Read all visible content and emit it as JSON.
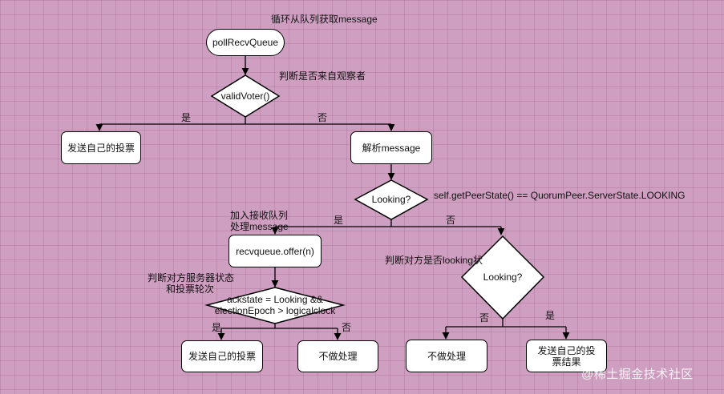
{
  "nodes": {
    "start": "pollRecvQueue",
    "valid_voter": "validVoter()",
    "send_own_vote_left": "发送自己的投票",
    "parse_message": "解析message",
    "looking_1": "Looking?",
    "recvqueue_offer": "recvqueue.offer(n)",
    "ackstate": "ackstate = Looking &&\nelectionEpoch > logicalclock",
    "send_own_vote_mid": "发送自己的投票",
    "no_action_mid": "不做处理",
    "looking_2": "Looking?",
    "no_action_right": "不做处理",
    "send_own_vote_result": "发送自己的投票结果"
  },
  "annotations": {
    "loop_fetch": "循环从队列获取message",
    "check_observer": "判断是否来自观察者",
    "peer_state": "self.getPeerState() == QuorumPeer.ServerState.LOOKING",
    "add_to_queue_line1": "加入接收队列",
    "add_to_queue_line2": "处理message",
    "check_peer_looking": "判断对方是否looking状",
    "check_server_state_line1": "判断对方服务器状态",
    "check_server_state_line2": "和投票轮次"
  },
  "edge_labels": {
    "yes_1": "是",
    "no_1": "否",
    "yes_2": "是",
    "no_2": "否",
    "yes_3": "是",
    "no_3": "否",
    "no_4": "否",
    "yes_4": "是"
  },
  "watermark": "@稀土掘金技术社区"
}
